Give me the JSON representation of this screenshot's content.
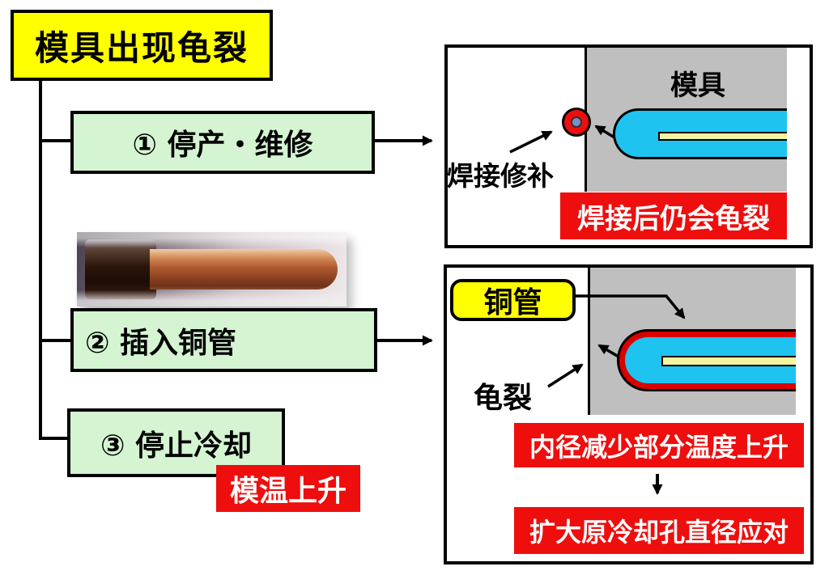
{
  "title": {
    "label": "模具出现龟裂"
  },
  "steps": [
    {
      "label": "① 停产・维修"
    },
    {
      "label": "② 插入铜管"
    },
    {
      "label": "③ 停止冷却"
    }
  ],
  "mold_temp_badge": {
    "label": "模温上升"
  },
  "panel_repair": {
    "mold_label": "模具",
    "weld_label": "焊接修补",
    "warning": "焊接后仍会龟裂"
  },
  "panel_copper": {
    "copper_label": "铜管",
    "crack_label": "龟裂",
    "warning_top": "内径减少部分温度上升",
    "warning_bottom": "扩大原冷却孔直径应对"
  },
  "colors": {
    "highlight_yellow": "#ffff00",
    "step_green": "#d4f4d2",
    "alert_red": "#ee0e0e",
    "copper_tube_red": "#d90000",
    "cooling_channel_cyan": "#1fc3f0",
    "core_yellow": "#f5f5a0",
    "mold_gray": "#bfbfbf",
    "weld_core_blue": "#7a90cc"
  }
}
